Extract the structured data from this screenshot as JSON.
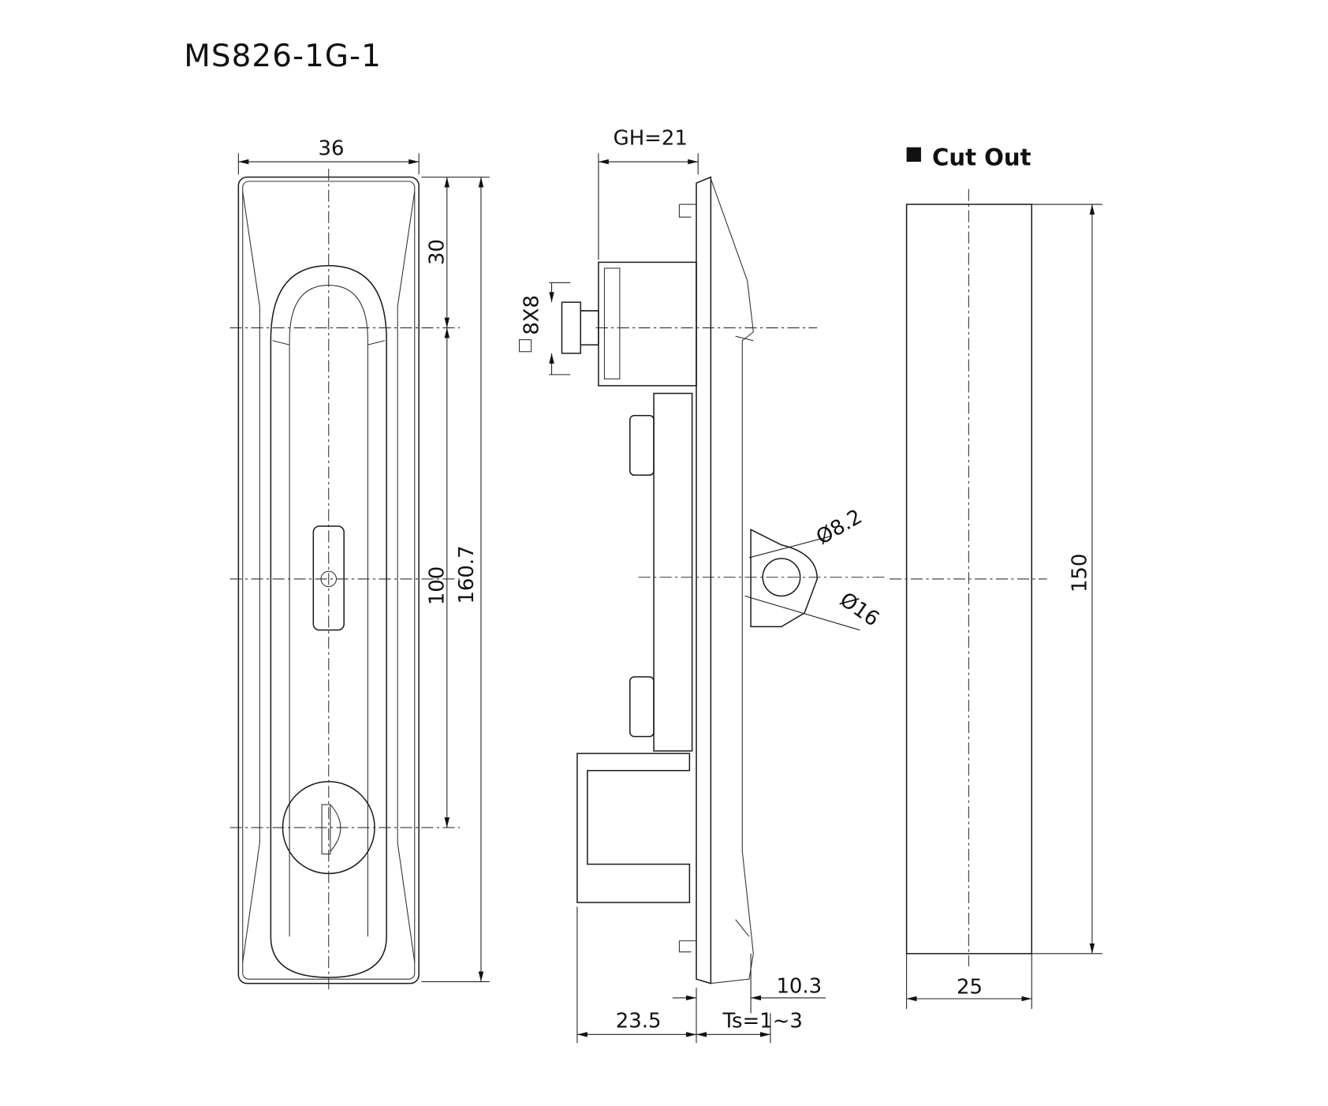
{
  "title": "MS826-1G-1",
  "front_view": {
    "width": "36",
    "dim_top": "30",
    "dim_holes": "100",
    "dim_length": "160.7"
  },
  "side_view": {
    "grip_height": "GH=21",
    "square": "8X8",
    "hole_small": "Ø8.2",
    "hole_large": "Ø16",
    "dim_offset": "10.3",
    "dim_depth": "23.5",
    "thickness": "Ts=1~3"
  },
  "cutout": {
    "label": "Cut Out",
    "height": "150",
    "width": "25"
  },
  "colors": {
    "line": "#1a1a1a",
    "background": "#ffffff"
  }
}
